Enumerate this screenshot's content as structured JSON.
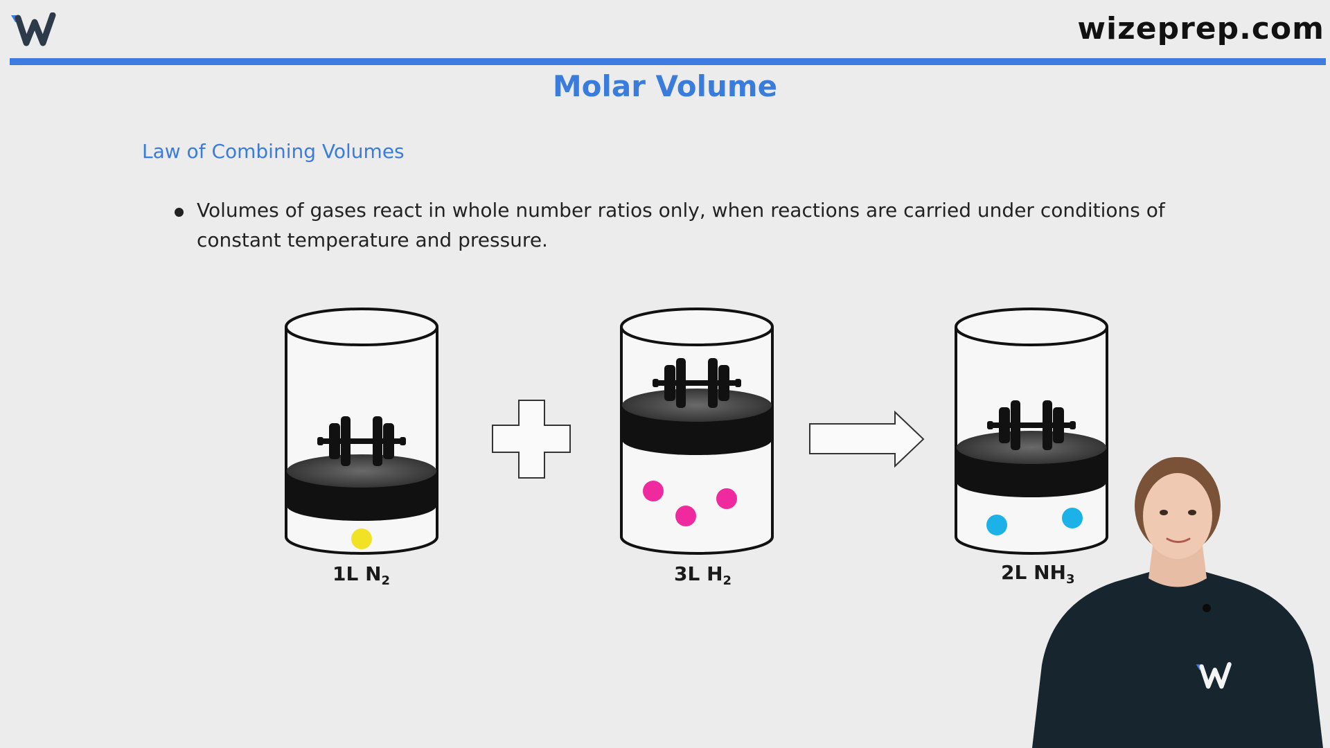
{
  "header": {
    "site": "wizeprep.com",
    "logo_icon": "wizeprep-logo-icon",
    "accent_color": "#3d7be0"
  },
  "slide": {
    "title": "Molar Volume",
    "section_heading": "Law of Combining Volumes",
    "bullets": [
      "Volumes of gases react in whole number ratios only, when reactions are carried under conditions of constant temperature and pressure."
    ]
  },
  "diagram": {
    "containers": [
      {
        "volume": "1L",
        "formula": "N",
        "subscript": "2",
        "particle_color": "#f2e226",
        "particle_count": 1
      },
      {
        "volume": "3L",
        "formula": "H",
        "subscript": "2",
        "particle_color": "#ee2a9e",
        "particle_count": 3
      },
      {
        "volume": "2L",
        "formula": "NH",
        "subscript": "3",
        "particle_color": "#1cb2e8",
        "particle_count": 2
      }
    ],
    "operators": [
      "plus-icon",
      "arrow-right-icon"
    ],
    "weight_icon": "dumbbell-icon"
  },
  "presenter": {
    "shirt_logo": "wizeprep-logo-icon"
  }
}
